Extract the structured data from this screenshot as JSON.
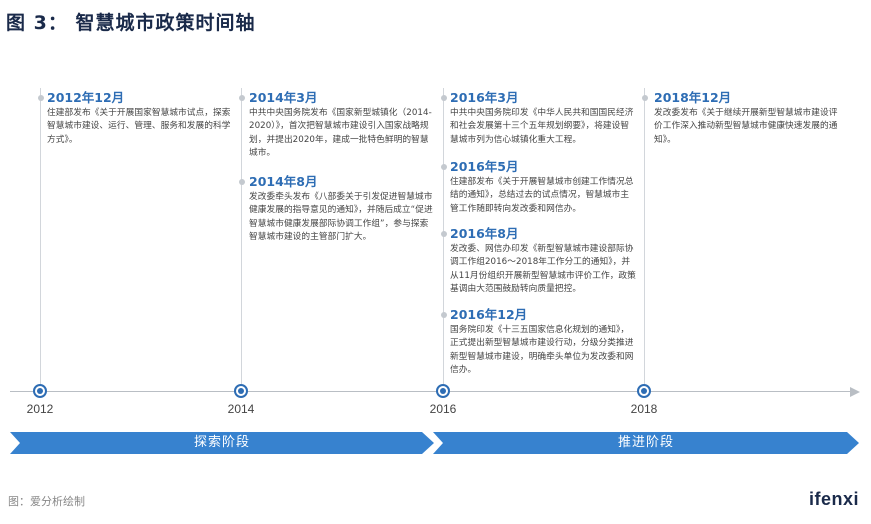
{
  "title": "图 3： 智慧城市政策时间轴",
  "columns": [
    {
      "events": [
        {
          "date": "2012年12月",
          "text": "住建部发布《关于开展国家智慧城市试点，探索智慧城市建设、运行、管理、服务和发展的科学方式》。"
        }
      ]
    },
    {
      "events": [
        {
          "date": "2014年3月",
          "text": "中共中央国务院发布《国家新型城镇化（2014-2020）》，首次把智慧城市建设引入国家战略规划，并提出2020年，建成一批特色鲜明的智慧城市。"
        },
        {
          "date": "2014年8月",
          "text": "发改委牵头发布《八部委关于引发促进智慧城市健康发展的指导意见的通知》，并随后成立“促进智慧城市健康发展部际协调工作组”，参与探索智慧城市建设的主管部门扩大。"
        }
      ]
    },
    {
      "events": [
        {
          "date": "2016年3月",
          "text": "中共中央国务院印发《中华人民共和国国民经济和社会发展第十三个五年规划纲要》，将建设智慧城市列为信心城镇化重大工程。"
        },
        {
          "date": "2016年5月",
          "text": "住建部发布《关于开展智慧城市创建工作情况总结的通知》，总结过去的试点情况，智慧城市主管工作随即转向发改委和网信办。"
        },
        {
          "date": "2016年8月",
          "text": "发改委、网信办印发《新型智慧城市建设部际协调工作组2016～2018年工作分工的通知》，并从11月份组织开展新型智慧城市评价工作，政策基调由大范围鼓励转向质量把控。"
        },
        {
          "date": "2016年12月",
          "text": "国务院印发《十三五国家信息化规划的通知》，正式提出新型智慧城市建设行动，分级分类推进新型智慧城市建设，明确牵头单位为发改委和网信办。"
        }
      ]
    },
    {
      "events": [
        {
          "date": "2018年12月",
          "text": "发改委发布《关于继续开展新型智慧城市建设评价工作深入推动新型智慧城市健康快速发展的通知》。"
        }
      ]
    }
  ],
  "years": [
    "2012",
    "2014",
    "2016",
    "2018"
  ],
  "phases": [
    {
      "label": "探索阶段"
    },
    {
      "label": "推进阶段"
    }
  ],
  "source": "图：爱分析绘制",
  "logo": "ifenxi",
  "colors": {
    "accent": "#2e6db4",
    "phase": "#3782cf",
    "title": "#1a2a4a"
  }
}
